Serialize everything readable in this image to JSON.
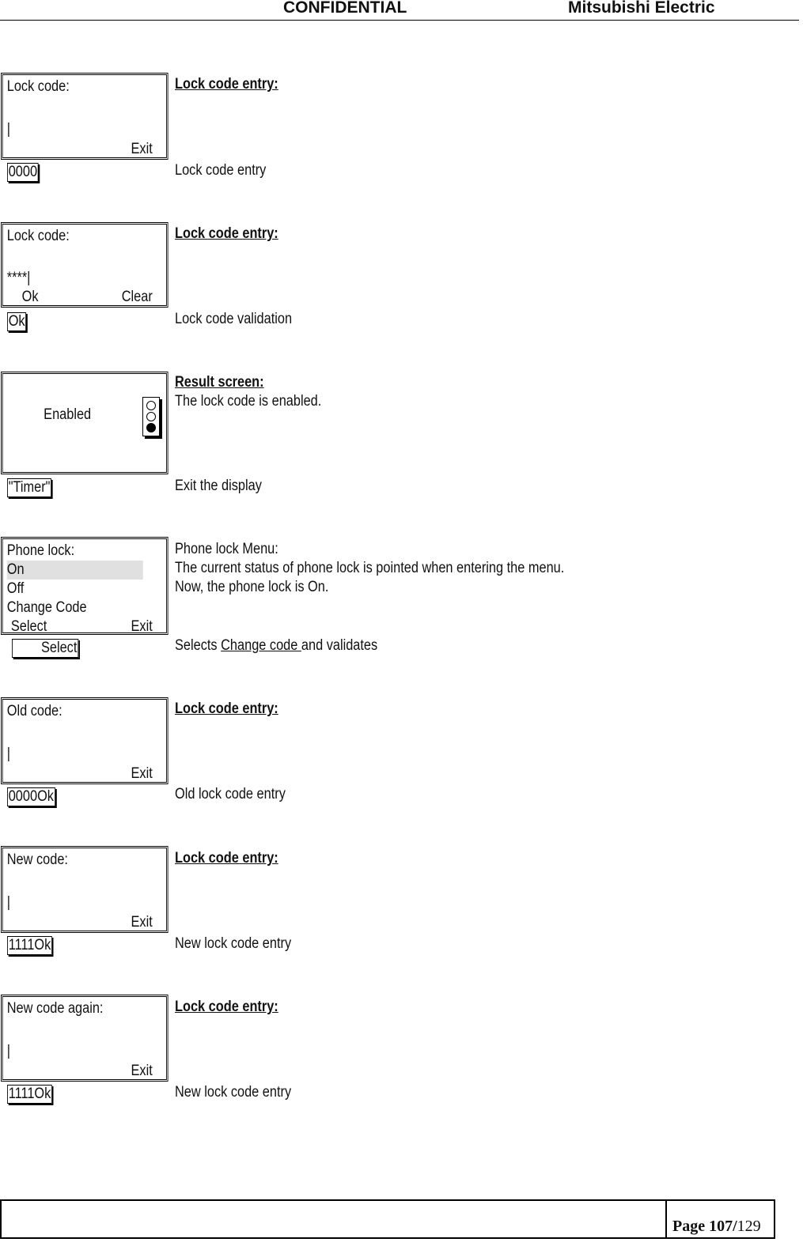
{
  "header": {
    "confidential": "CONFIDENTIAL",
    "company": "Mitsubishi Electric"
  },
  "steps": [
    {
      "screen_lines": [
        "Lock code:",
        "",
        "|"
      ],
      "softkey_left": "",
      "softkey_right": "Exit",
      "desc_title": "Lock code entry:",
      "key": "0000",
      "action": "Lock code entry"
    },
    {
      "screen_lines": [
        "Lock code:",
        "",
        "****|"
      ],
      "softkey_left": "Ok",
      "softkey_right": "Clear",
      "desc_title": "Lock code entry:",
      "key": "Ok",
      "action": "Lock code validation"
    },
    {
      "screen_text": "Enabled",
      "desc_title": "Result screen:",
      "desc_text": "The lock code is enabled.",
      "key": "\"Timer\"",
      "action": "Exit the display"
    },
    {
      "menu_title": "Phone lock:",
      "menu_items": [
        "On",
        "Off",
        "Change Code"
      ],
      "softkey_left": "Select",
      "softkey_right": "Exit",
      "desc_lines": [
        "Phone lock Menu:",
        "The current status of phone lock is pointed when entering the menu.",
        "Now, the phone lock is On."
      ],
      "key": "Select",
      "action_prefix": "Selects ",
      "action_link": "Change code ",
      "action_suffix": "and validates"
    },
    {
      "screen_lines": [
        "Old code:",
        "",
        "|"
      ],
      "softkey_left": "",
      "softkey_right": "Exit",
      "desc_title": "Lock code entry:",
      "key": "0000Ok",
      "action": "Old lock code entry"
    },
    {
      "screen_lines": [
        "New code:",
        "",
        "|"
      ],
      "softkey_left": "",
      "softkey_right": "Exit",
      "desc_title": "Lock code entry:",
      "key": "1111Ok",
      "action": "New lock code entry"
    },
    {
      "screen_lines": [
        "New code again:",
        "",
        "|"
      ],
      "softkey_left": "",
      "softkey_right": "Exit",
      "desc_title": "Lock code entry:",
      "key": "1111Ok",
      "action": "New lock code entry"
    }
  ],
  "footer": {
    "page_label": "Page 107/",
    "page_total": "129"
  }
}
